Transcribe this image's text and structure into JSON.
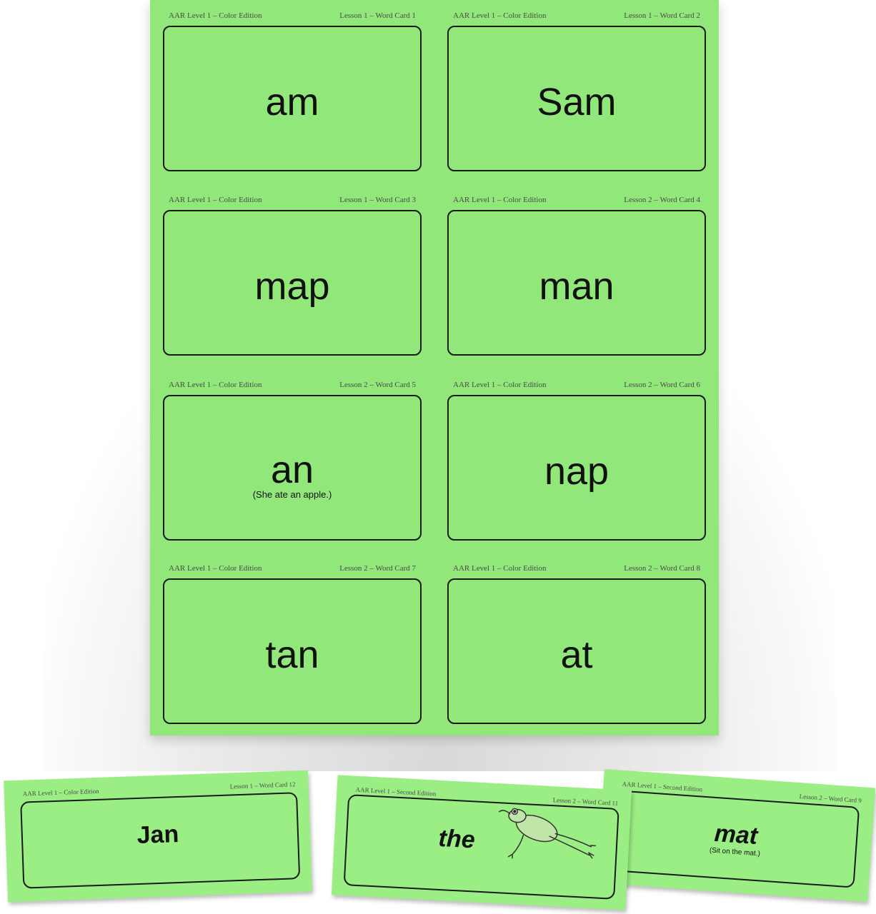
{
  "sheet": {
    "cards": [
      {
        "edition": "AAR Level 1 – Color Edition",
        "ref": "Lesson 1 – Word Card 1",
        "word": "am",
        "sub": ""
      },
      {
        "edition": "AAR Level 1 – Color Edition",
        "ref": "Lesson 1 – Word Card 2",
        "word": "Sam",
        "sub": ""
      },
      {
        "edition": "AAR Level 1 – Color Edition",
        "ref": "Lesson 1 – Word Card 3",
        "word": "map",
        "sub": ""
      },
      {
        "edition": "AAR Level 1 – Color Edition",
        "ref": "Lesson 2 – Word Card 4",
        "word": "man",
        "sub": ""
      },
      {
        "edition": "AAR Level 1 – Color Edition",
        "ref": "Lesson 2 – Word Card 5",
        "word": "an",
        "sub": "(She ate an apple.)"
      },
      {
        "edition": "AAR Level 1 – Color Edition",
        "ref": "Lesson 2 – Word Card 6",
        "word": "nap",
        "sub": ""
      },
      {
        "edition": "AAR Level 1 – Color Edition",
        "ref": "Lesson 2 – Word Card 7",
        "word": "tan",
        "sub": ""
      },
      {
        "edition": "AAR Level 1 – Color Edition",
        "ref": "Lesson 2 – Word Card 8",
        "word": "at",
        "sub": ""
      }
    ]
  },
  "loose_cards": [
    {
      "edition": "AAR Level 1 – Color Edition",
      "ref": "Lesson 1 – Word Card 12",
      "word": "Jan",
      "sub": ""
    },
    {
      "edition": "AAR Level 1 – Second Edition",
      "ref": "Lesson 2 – Word Card 11",
      "word": "the",
      "sub": "",
      "icon": "frog-icon"
    },
    {
      "edition": "AAR Level 1 – Second Edition",
      "ref": "Lesson 2 – Word Card 9",
      "word": "mat",
      "sub": "(Sit on the mat.)"
    }
  ],
  "colors": {
    "card_green": "#92e77a",
    "loose_green": "#9bee84",
    "ink": "#111111"
  }
}
